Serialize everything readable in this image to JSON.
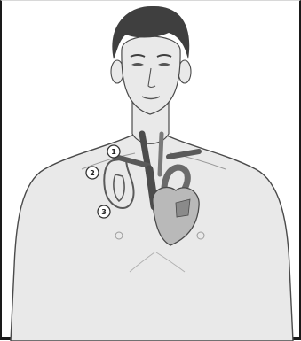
{
  "figure": {
    "colors": {
      "skin": "#e9e9e9",
      "outline": "#4a4a4a",
      "hair": "#3f3f3f",
      "vessel_dark": "#4c4c4c",
      "vessel_mid": "#7a7a7a",
      "heart": "#b9b9b9",
      "heart_dark": "#8a8a8a",
      "lead": "#5a5a5a"
    },
    "markers": [
      {
        "label": "1"
      },
      {
        "label": "2"
      },
      {
        "label": "3"
      }
    ]
  }
}
